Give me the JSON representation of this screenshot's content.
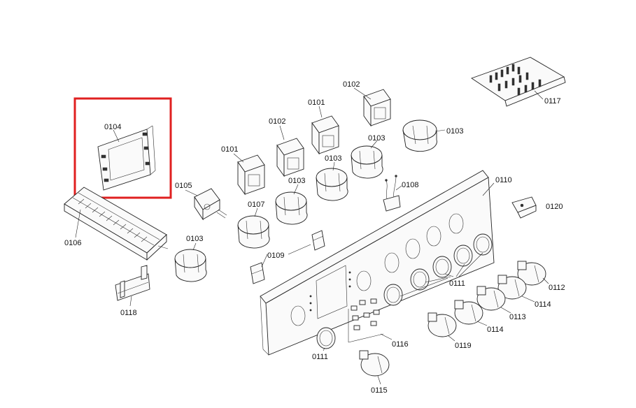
{
  "highlight_color": "#e02020",
  "highlighted_part": "0104",
  "callouts": [
    {
      "id": "c-0104",
      "text": "0104"
    },
    {
      "id": "c-0105",
      "text": "0105"
    },
    {
      "id": "c-0106",
      "text": "0106"
    },
    {
      "id": "c-0118",
      "text": "0118"
    },
    {
      "id": "c-0103a",
      "text": "0103"
    },
    {
      "id": "c-0101a",
      "text": "0101"
    },
    {
      "id": "c-0102a",
      "text": "0102"
    },
    {
      "id": "c-0101b",
      "text": "0101"
    },
    {
      "id": "c-0102b",
      "text": "0102"
    },
    {
      "id": "c-0103b",
      "text": "0103"
    },
    {
      "id": "c-0103c",
      "text": "0103"
    },
    {
      "id": "c-0103d",
      "text": "0103"
    },
    {
      "id": "c-0103e",
      "text": "0103"
    },
    {
      "id": "c-0107",
      "text": "0107"
    },
    {
      "id": "c-0108",
      "text": "0108"
    },
    {
      "id": "c-0109",
      "text": "0109"
    },
    {
      "id": "c-0110",
      "text": "0110"
    },
    {
      "id": "c-0111a",
      "text": "0111"
    },
    {
      "id": "c-0111b",
      "text": "0111"
    },
    {
      "id": "c-0112",
      "text": "0112"
    },
    {
      "id": "c-0113",
      "text": "0113"
    },
    {
      "id": "c-0114a",
      "text": "0114"
    },
    {
      "id": "c-0114b",
      "text": "0114"
    },
    {
      "id": "c-0115",
      "text": "0115"
    },
    {
      "id": "c-0116",
      "text": "0116"
    },
    {
      "id": "c-0117",
      "text": "0117"
    },
    {
      "id": "c-0119",
      "text": "0119"
    },
    {
      "id": "c-0120",
      "text": "0120"
    }
  ]
}
